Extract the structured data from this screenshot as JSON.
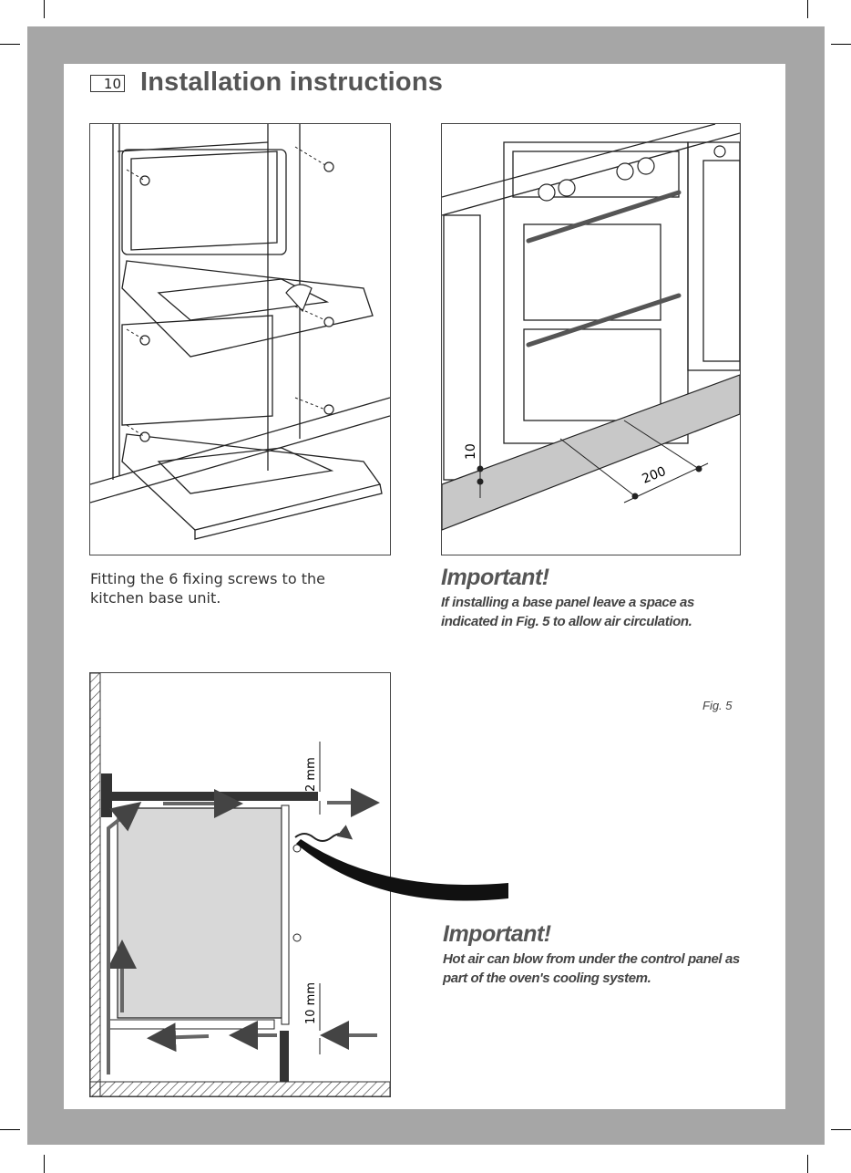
{
  "header": {
    "page_number": "10",
    "title": "Installation instructions"
  },
  "figure_1": {
    "caption": "Fitting the 6 fixing screws to the kitchen base unit."
  },
  "note_1": {
    "heading": "Important!",
    "body": "If installing a base panel leave a space as indicated in Fig. 5 to allow air circulation."
  },
  "figure_2": {
    "dim_height": "10",
    "dim_width": "200"
  },
  "figure_3": {
    "dim_top": "2 mm",
    "dim_bottom": "10 mm"
  },
  "fig_label": "Fig. 5",
  "note_2": {
    "heading": "Important!",
    "body": "Hot air can blow from under the control panel as part of the oven's cooling system."
  }
}
